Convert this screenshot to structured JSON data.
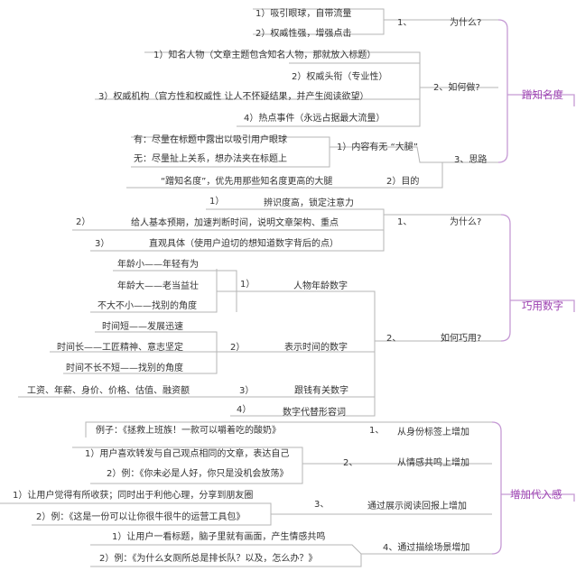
{
  "branches": [
    {
      "id": "b1",
      "title": "蹭知名度",
      "children": [
        {
          "num": "1、",
          "label": "为什么?",
          "items": [
            "1）吸引眼球，自带流量",
            "2）权威性强，增强点击"
          ]
        },
        {
          "num": "",
          "label": "2、如何做?",
          "items": [
            "1）知名人物（文章主题包含知名人物，那就放入标题）",
            "2）权威头衔（专业性）",
            "3）权威机构（官方性和权威性 让人不怀疑结果，并产生阅读欲望）",
            "4）热点事件（永远占据最大流量）"
          ]
        },
        {
          "num": "",
          "label": "3、思路",
          "subs": [
            {
              "label": "1）内容有无 “大腿”",
              "items": [
                "有：尽量在标题中露出以吸引用户眼球",
                "无：尽量扯上关系，想办法夹在标题上"
              ]
            },
            {
              "label": "2）目的",
              "items": [
                "“蹭知名度”，优先用那些知名度更高的大腿"
              ]
            }
          ]
        }
      ]
    },
    {
      "id": "b2",
      "title": "巧用数字",
      "children": [
        {
          "num": "1、",
          "label": "为什么?",
          "items_numbered": [
            {
              "num": "1）",
              "text": "辨识度高，锁定注意力"
            },
            {
              "num": "2）",
              "text": "给人基本预期，加速判断时间，说明文章架构、重点"
            },
            {
              "num": "3）",
              "text": "直观具体（使用户迫切的想知道数字背后的点）"
            }
          ]
        },
        {
          "num": "2、",
          "label": "如何巧用?",
          "subs": [
            {
              "num": "1）",
              "label": "人物年龄数字",
              "items": [
                "年龄小——年轻有为",
                "年龄大——老当益壮",
                "不大不小——找别的角度"
              ]
            },
            {
              "num": "2）",
              "label": "表示时间的数字",
              "items": [
                "时间短——发展迅速",
                "时间长——工匠精神、意志坚定",
                "时间不长不短——找别的角度"
              ]
            },
            {
              "num": "3）",
              "label": "跟钱有关数字",
              "items": [
                "工资、年薪、身价、价格、估值、融资额"
              ]
            },
            {
              "num": "4）",
              "label": "数字代替形容词",
              "items": []
            }
          ]
        }
      ]
    },
    {
      "id": "b3",
      "title": "增加代入感",
      "children": [
        {
          "num": "1、",
          "label": "从身份标签上增加",
          "items": [
            "例子：《拯救上班族！一款可以嚼着吃的酸奶》"
          ]
        },
        {
          "num": "2、",
          "label": "从情感共鸣上增加",
          "items": [
            "1）用户喜欢转发与自己观点相同的文章，表达自己",
            "2）例：《你未必是人好，你只是没机会放荡》"
          ]
        },
        {
          "num": "3、",
          "label": "通过展示阅读回报上增加",
          "items": [
            "1）让用户觉得有所收获；同时出于利他心理，分享到朋友圈",
            "2）例：《这是一份可以让你很牛很牛的运营工具包》"
          ]
        },
        {
          "num": "",
          "label": "4、通过描绘场景增加",
          "items": [
            "1）让用户一看标题，脑子里就有画面，产生情感共鸣",
            "2）例：《为什么女厕所总是排长队？以及，怎么办？》"
          ]
        }
      ]
    }
  ]
}
